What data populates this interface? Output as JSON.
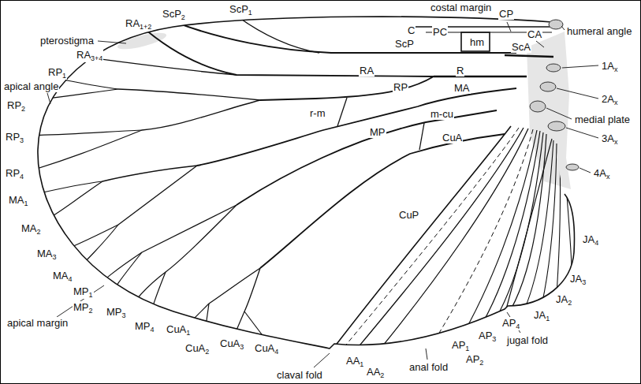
{
  "diagram": {
    "labels": [
      "costal margin",
      "humeral angle",
      "ScP2",
      "ScP1",
      "RA1+2",
      "pterostigma",
      "RA3+4",
      "RP1",
      "apical angle",
      "RP2",
      "RP3",
      "RP4",
      "MA1",
      "MA2",
      "MA3",
      "MA4",
      "MP1",
      "MP2",
      "apical margin",
      "MP3",
      "MP4",
      "CuA1",
      "CuA2",
      "CuA3",
      "CuA4",
      "AA1",
      "AA2",
      "claval fold",
      "anal fold",
      "AP1",
      "AP2",
      "AP3",
      "AP4",
      "jugal fold",
      "JA1",
      "JA2",
      "JA3",
      "JA4",
      "C",
      "PC",
      "hm",
      "ScP",
      "ScA",
      "CP",
      "CA",
      "RA",
      "R",
      "RP",
      "MA",
      "r-m",
      "m-cu",
      "MP",
      "CuA",
      "CuP",
      "1Ax",
      "2Ax",
      "medial plate",
      "3Ax",
      "4Ax"
    ]
  }
}
